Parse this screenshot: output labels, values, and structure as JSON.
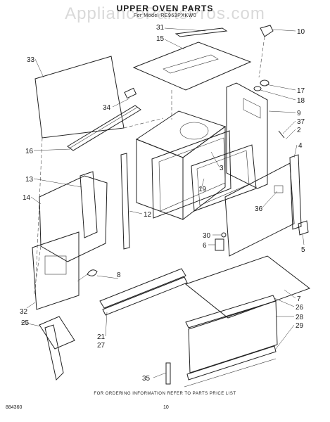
{
  "header": {
    "title": "UPPER OVEN PARTS",
    "subtitle": "For Model RE963PXKW0",
    "watermark": "AppliancePartsPros.com"
  },
  "footer": {
    "ordering_note": "FOR ORDERING INFORMATION REFER TO PARTS PRICE LIST",
    "diagram_code": "884360",
    "page_number": "10"
  },
  "callouts": [
    "31",
    "15",
    "10",
    "33",
    "17",
    "18",
    "34",
    "9",
    "37",
    "2",
    "16",
    "4",
    "3",
    "13",
    "19",
    "14",
    "36",
    "12",
    "30",
    "6",
    "5",
    "8",
    "7",
    "26",
    "28",
    "32",
    "29",
    "25",
    "21",
    "27",
    "35"
  ]
}
